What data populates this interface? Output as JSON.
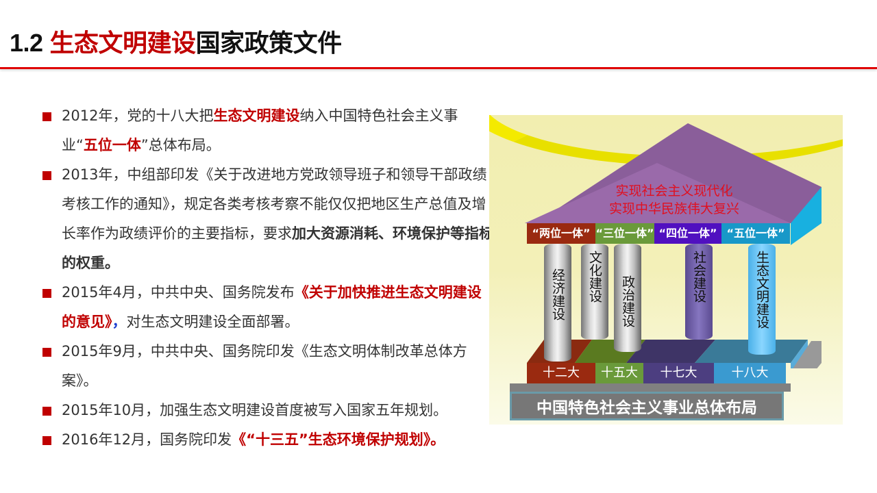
{
  "header": {
    "number": "1.2",
    "title_highlight": "生态文明建设",
    "title_rest": "国家政策文件"
  },
  "bullets": [
    {
      "parts": [
        {
          "t": "2012年，党的十八大把",
          "s": "n"
        },
        {
          "t": "生态文明建设",
          "s": "r"
        },
        {
          "t": "纳入中国特色社会主义事业“",
          "s": "n"
        },
        {
          "t": "五位一体",
          "s": "r"
        },
        {
          "t": "”总体布局。",
          "s": "n"
        }
      ]
    },
    {
      "parts": [
        {
          "t": "2013年，中组部印发《关于改进地方党政领导班子和领导干部政绩考核工作的通知》，规定各类考核考察不能仅仅把地区生产总值及增长率作为政绩评价的主要指标，要求",
          "s": "n"
        },
        {
          "t": "加大资源消耗、环境保护等指标的权重。",
          "s": "b"
        }
      ]
    },
    {
      "parts": [
        {
          "t": "2015年4月，中共中央、国务院发布",
          "s": "n"
        },
        {
          "t": "《关于加快推进生态文明建设的意见》",
          "s": "r"
        },
        {
          "t": "，",
          "s": "blue"
        },
        {
          "t": "对生态文明建设全面部署。",
          "s": "n"
        }
      ]
    },
    {
      "parts": [
        {
          "t": "2015年9月，中共中央、国务院印发《生态文明体制改革总体方案》。",
          "s": "n"
        }
      ]
    },
    {
      "parts": [
        {
          "t": "2015年10月，加强生态文明建设首度被写入国家五年规划。",
          "s": "n"
        }
      ]
    },
    {
      "parts": [
        {
          "t": "2016年12月，国务院印发",
          "s": "n"
        },
        {
          "t": "《“十三五”生态环境保护规划》。",
          "s": "r"
        }
      ]
    }
  ],
  "diagram": {
    "motto_line1": "实现社会主义现代化",
    "motto_line2": "实现中华民族伟大复兴",
    "labels": [
      {
        "text": "“两位一体”",
        "color": "#9a2a10"
      },
      {
        "text": "“三位一体”",
        "color": "#6a9a3a"
      },
      {
        "text": "“四位一体”",
        "color": "#5010c0"
      },
      {
        "text": "“五位一体”",
        "color": "#1898c8"
      }
    ],
    "pillars": [
      {
        "text": "经济建设"
      },
      {
        "text": "文化建设"
      },
      {
        "text": "政治建设"
      },
      {
        "text": "社会建设"
      },
      {
        "text": "生态文明建设"
      }
    ],
    "eras": [
      {
        "text": "十二大",
        "color": "#9a2a10"
      },
      {
        "text": "十五大",
        "color": "#6a9a3a"
      },
      {
        "text": "十七大",
        "color": "#4c3e80"
      },
      {
        "text": "十八大",
        "color": "#3a9ad0"
      }
    ],
    "base_caption": "中国特色社会主义事业总体布局"
  },
  "colors": {
    "accent": "#c00000",
    "rule": "#e00000"
  }
}
